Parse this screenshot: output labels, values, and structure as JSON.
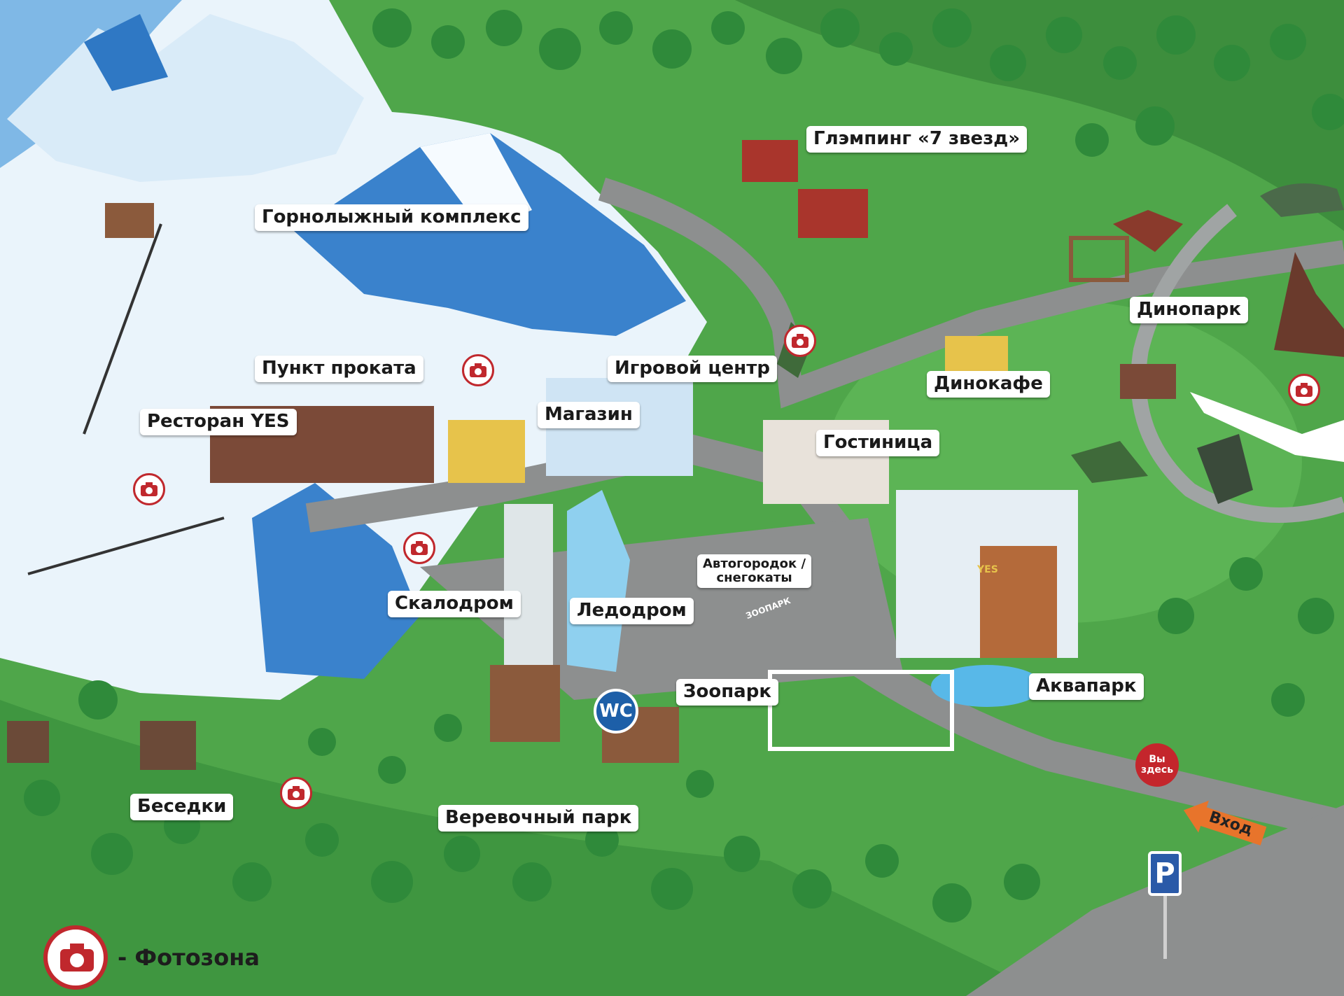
{
  "map": {
    "labels": {
      "ski_complex": "Горнолыжный комплекс",
      "glamping": "Глэмпинг «7 звезд»",
      "rental_point": "Пункт проката",
      "game_center": "Игровой центр",
      "restaurant": "Ресторан YES",
      "shop": "Магазин",
      "hotel": "Гостиница",
      "dinopark": "Динопарк",
      "dinocafe": "Динокафе",
      "climbing_wall": "Скалодром",
      "ice_wall": "Ледодром",
      "autotown_line1": "Автогородок /",
      "autotown_line2": "снегокаты",
      "zoo": "Зоопарк",
      "aquapark": "Аквапарк",
      "gazebos": "Беседки",
      "rope_park": "Веревочный парк"
    },
    "wc": "WC",
    "you_are_here_line1": "Вы",
    "you_are_here_line2": "здесь",
    "entry": "Вход",
    "parking": "P",
    "zoo_gate_sign": "ЗООПАРК",
    "building_sign": "YES"
  },
  "legend": {
    "text": "- Фотозона",
    "icon": "camera-photozone-icon"
  },
  "colors": {
    "grass": "#4fa64a",
    "road": "#8d8f8f",
    "snow": "#eaf4fb",
    "mountain_blue": "#2f78c4",
    "label_bg": "#ffffff",
    "photo_red": "#c0282d"
  }
}
